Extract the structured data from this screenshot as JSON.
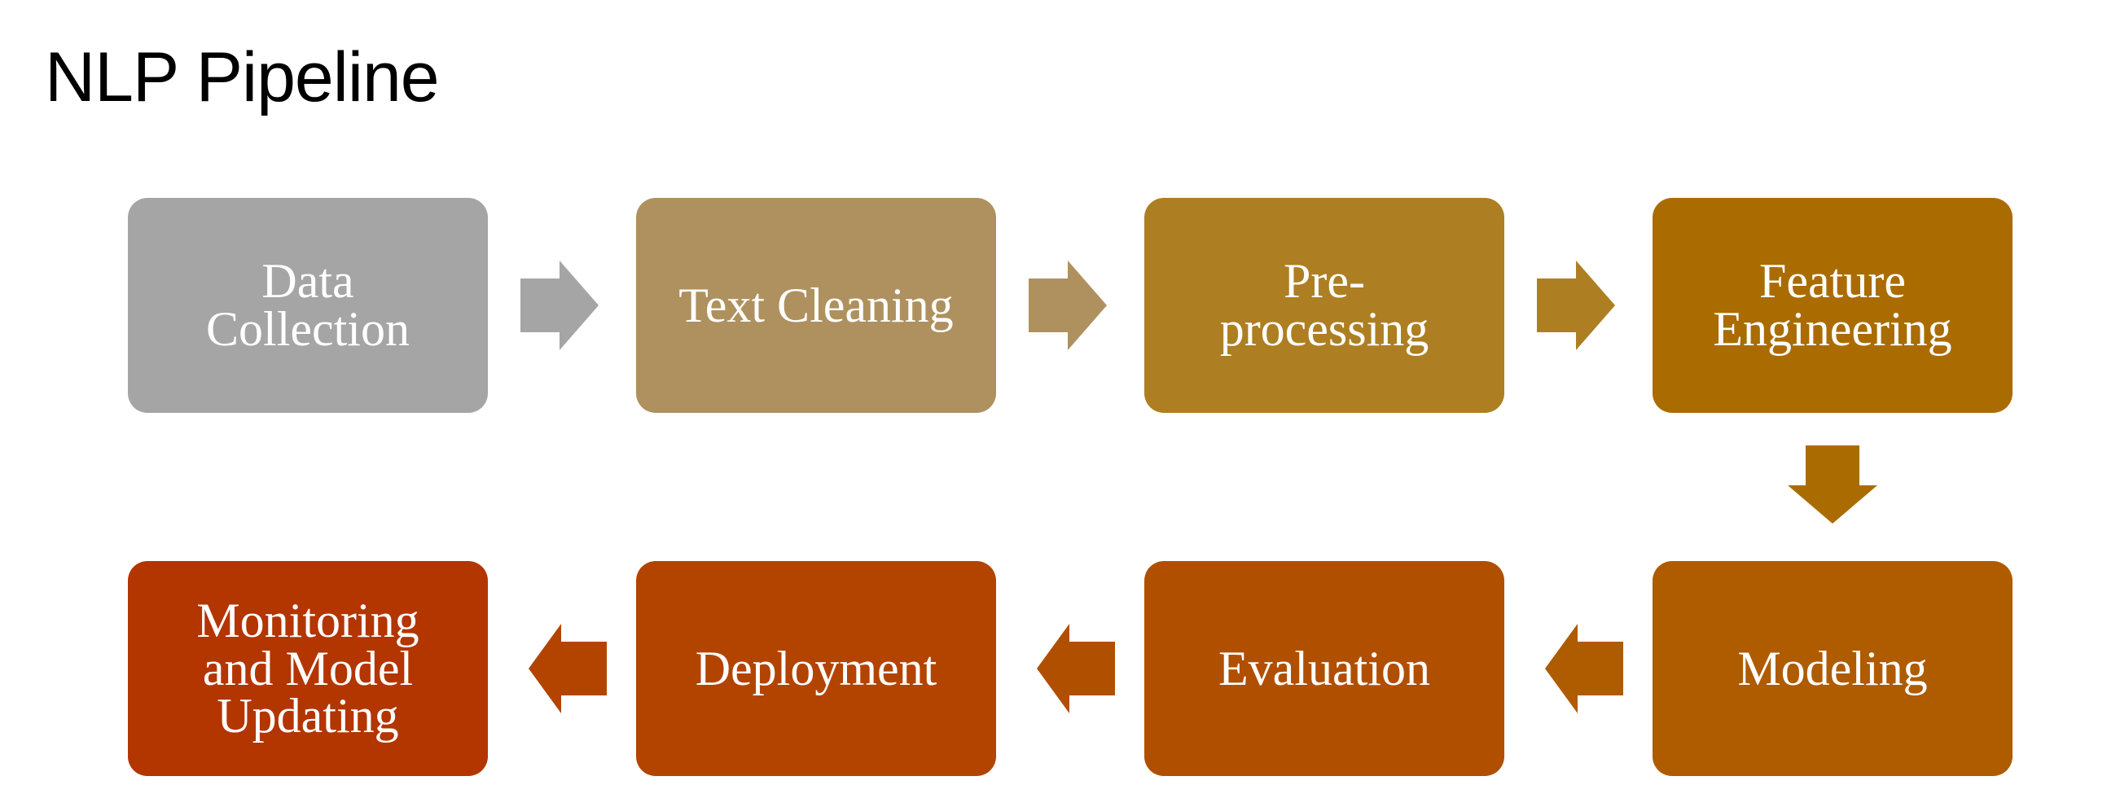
{
  "title": "NLP Pipeline",
  "steps": [
    {
      "label": "Data\nCollection",
      "color": "#A5A5A5"
    },
    {
      "label": "Text Cleaning",
      "color": "#AE915E"
    },
    {
      "label": "Pre-\nprocessing",
      "color": "#AD7F22"
    },
    {
      "label": "Feature\nEngineering",
      "color": "#AA6C00"
    },
    {
      "label": "Modeling",
      "color": "#AF5B00"
    },
    {
      "label": "Evaluation",
      "color": "#B14F00"
    },
    {
      "label": "Deployment",
      "color": "#B34400"
    },
    {
      "label": "Monitoring\nand Model\nUpdating",
      "color": "#B33500"
    }
  ],
  "arrows": [
    {
      "from": 0,
      "to": 1,
      "direction": "right",
      "color": "#A5A5A5"
    },
    {
      "from": 1,
      "to": 2,
      "direction": "right",
      "color": "#AE915E"
    },
    {
      "from": 2,
      "to": 3,
      "direction": "right",
      "color": "#AD7F22"
    },
    {
      "from": 3,
      "to": 4,
      "direction": "down",
      "color": "#AA6C00"
    },
    {
      "from": 4,
      "to": 5,
      "direction": "left",
      "color": "#AF5B00"
    },
    {
      "from": 5,
      "to": 6,
      "direction": "left",
      "color": "#B14F00"
    },
    {
      "from": 6,
      "to": 7,
      "direction": "left",
      "color": "#B34400"
    }
  ]
}
